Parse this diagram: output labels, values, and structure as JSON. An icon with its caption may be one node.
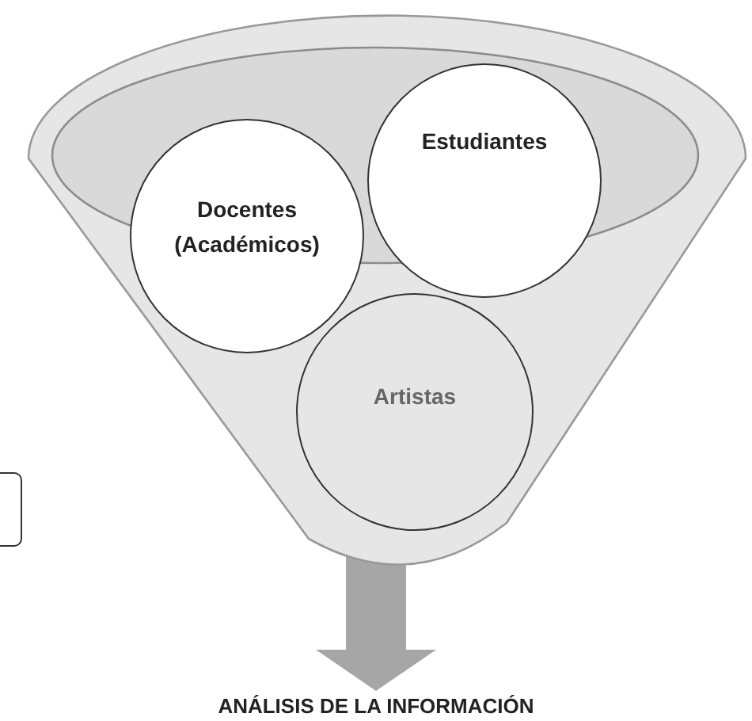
{
  "diagram": {
    "nodes": [
      {
        "text": [],
        "shape": "funnel"
      },
      {
        "text": [
          "Docentes (Académicos)"
        ],
        "in": 0
      },
      {
        "text": [
          "Estudiantes"
        ],
        "in": 0
      },
      {
        "text": [
          "Artistas"
        ],
        "in": 0
      },
      {
        "text": [],
        "shape": "box"
      },
      {
        "text": [
          "ANÁLISIS DE LA INFORMACIÓN"
        ]
      }
    ],
    "edges": [
      {
        "from": 0,
        "to": 5,
        "arrow": "to"
      }
    ]
  }
}
